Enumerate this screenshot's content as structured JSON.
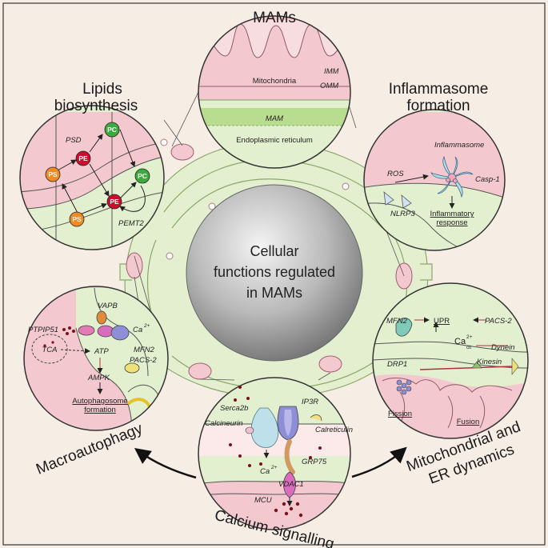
{
  "center": {
    "line1": "Cellular",
    "line2": "functions regulated",
    "line3": "in MAMs"
  },
  "mams": {
    "title": "MAMs",
    "mitochondria": "Mitochondria",
    "imm": "IMM",
    "omm": "OMM",
    "mam": "MAM",
    "er": "Endoplasmic reticulum"
  },
  "lipids": {
    "title_line1": "Lipids",
    "title_line2": "biosynthesis",
    "psd": "PSD",
    "pemt2": "PEMT2",
    "pc": "PC",
    "pe": "PE",
    "ps": "PS"
  },
  "inflammasome": {
    "title_line1": "Inflammasome",
    "title_line2": "formation",
    "inflammasome": "Inflammasome",
    "casp1": "Casp-1",
    "ros": "ROS",
    "nlrp3": "NLRP3",
    "response_line1": "Inflammatory",
    "response_line2": "response"
  },
  "macroautophagy": {
    "title": "Macroautophagy",
    "vapb": "VAPB",
    "ptpip51": "PTPIP51",
    "ca": "Ca",
    "ca_sup": "2+",
    "mfn2": "MFN2",
    "pacs2": "PACS-2",
    "tca": "TCA",
    "atp": "ATP",
    "ampk": "AMPK",
    "autophagosome_line1": "Autophagosome",
    "autophagosome_line2": "formation"
  },
  "calcium": {
    "title": "Calcium signalling",
    "serca2b": "Serca2b",
    "ip3r": "IP3R",
    "calcineurin": "Calcineurin",
    "calreticulin": "Calreticulin",
    "grp75": "GRP75",
    "ca": "Ca",
    "ca_sup": "2+",
    "vdac1": "VDAC1",
    "mcu": "MCU"
  },
  "dynamics": {
    "title_line1": "Mitochondrial and",
    "title_line2": "ER dynamics",
    "mfn2": "MFN2",
    "upr": "UPR",
    "pacs2": "PACS-2",
    "ca": "Ca",
    "ca_sup": "2+",
    "ca_sub": "cit",
    "dynein": "Dynein",
    "drp1": "DRP1",
    "kinesin": "Kinesin",
    "fission": "Fission",
    "fusion": "Fusion"
  },
  "colors": {
    "background": "#f6eee4",
    "pink": "#f3c9cf",
    "green": "#dfeec9",
    "pc": "#3caa3c",
    "pe": "#c8102e",
    "ps": "#f08a24"
  }
}
